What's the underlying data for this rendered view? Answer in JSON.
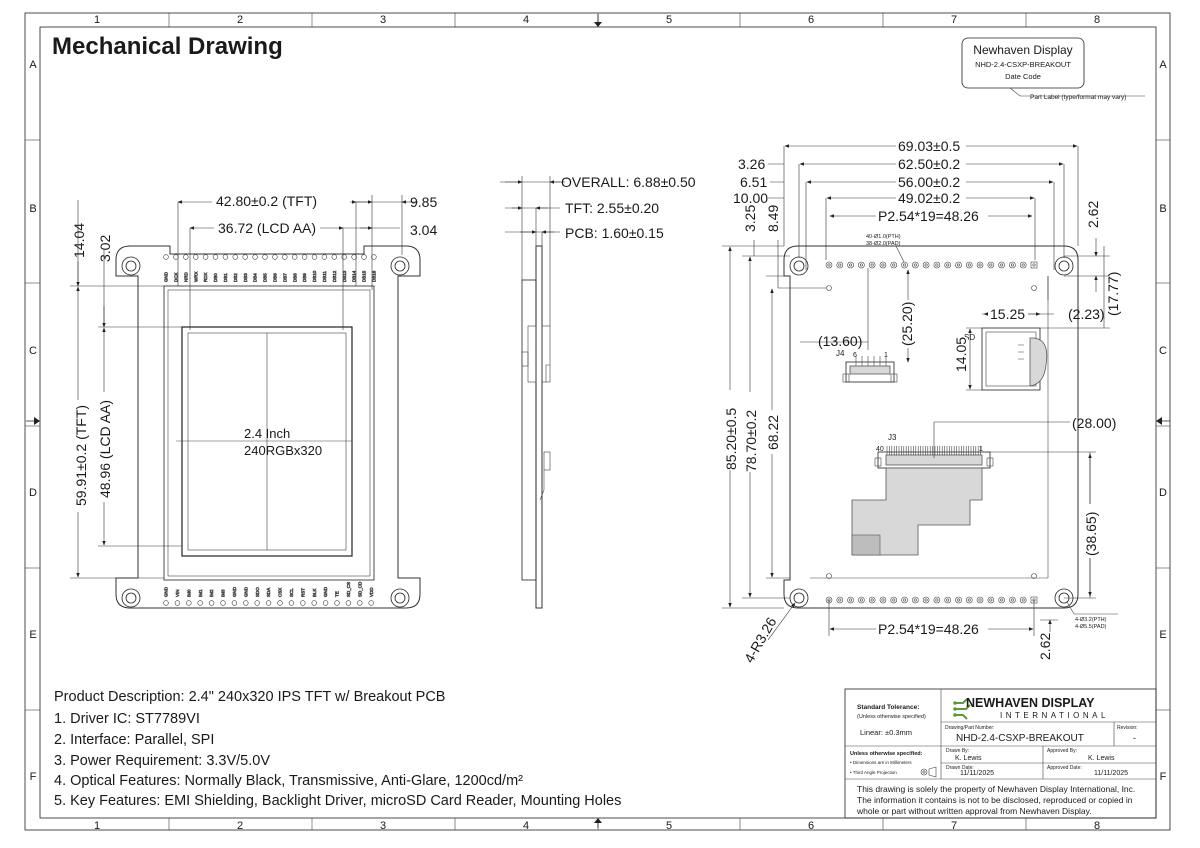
{
  "header": {
    "title": "Mechanical Drawing"
  },
  "part_label": {
    "brand": "Newhaven Display",
    "part_number": "NHD-2.4-CSXP-BREAKOUT",
    "date_code": "Date Code",
    "caption": "Part Label (type/format may vary)"
  },
  "grid": {
    "columns": [
      "1",
      "2",
      "3",
      "4",
      "5",
      "6",
      "7",
      "8"
    ],
    "rows": [
      "A",
      "B",
      "C",
      "D",
      "E",
      "F"
    ]
  },
  "front_view": {
    "dim_tft_width": "42.80±0.2 (TFT)",
    "dim_lcd_width": "36.72 (LCD AA)",
    "dim_right_1": "9.85",
    "dim_right_2": "3.04",
    "dim_left_1": "14.04",
    "dim_left_2": "3.02",
    "dim_tft_height": "59.91±0.2 (TFT)",
    "dim_lcd_height": "48.96 (LCD AA)",
    "center_line1": "2.4 Inch",
    "center_line2": "240RGBx320",
    "top_pin_labels": [
      "GND",
      "DCX",
      "NRD",
      "WRX",
      "RDX",
      "DB0",
      "DB1",
      "DB2",
      "DB3",
      "DB4",
      "DB5",
      "DB6",
      "DB7",
      "DB8",
      "DB9",
      "DB10",
      "DB11",
      "DB12",
      "DB13",
      "DB14",
      "DB15",
      "DB16"
    ],
    "bottom_pin_labels": [
      "GND",
      "VIN",
      "IM0",
      "IM1",
      "IM2",
      "IM3",
      "GND",
      "GND",
      "SDO",
      "SDA",
      "CSX",
      "SCL",
      "RST",
      "BLK",
      "GND",
      "TE",
      "SD_CS",
      "SD_CD",
      "VDD"
    ]
  },
  "side_view": {
    "overall": "OVERALL: 6.88±0.50",
    "tft": "TFT: 2.55±0.20",
    "pcb": "PCB: 1.60±0.15"
  },
  "rear_view": {
    "w_overall": "69.03±0.5",
    "w_2": "62.50±0.2",
    "w_3": "56.00±0.2",
    "w_4": "49.02±0.2",
    "pitch_top": "P2.54*19=48.26",
    "off_326": "3.26",
    "off_651": "6.51",
    "off_1000": "10.00",
    "v_325": "3.25",
    "v_849": "8.49",
    "r_262": "2.62",
    "r_1777": "(17.77)",
    "hole_note_1": "40-Ø1.0(PTH)",
    "hole_note_2": "38-Ø2.0(PAD)",
    "d_2520": "(25.20)",
    "d_1360": "(13.60)",
    "j4": "J4",
    "j4_pin6": "6",
    "j4_pin1": "1",
    "sd": "SD",
    "d_1525": "15.25",
    "d_223": "(2.23)",
    "d_1405": "14.05",
    "h_8520": "85.20±0.5",
    "h_7870": "78.70±0.2",
    "h_6822": "68.22",
    "d_2800": "(28.00)",
    "j3": "J3",
    "j3_pin40": "40",
    "j3_pin1": "1",
    "d_3865": "(38.65)",
    "pitch_bottom": "P2.54*19=48.26",
    "b_262": "2.62",
    "radius": "4-R3.26",
    "mount_1": "4-Ø3.2(PTH)",
    "mount_2": "4-Ø5.5(PAD)"
  },
  "description": {
    "heading": "Product Description: 2.4\" 240x320 IPS TFT w/ Breakout PCB",
    "items": [
      "1. Driver IC: ST7789VI",
      "2. Interface: Parallel, SPI",
      "3. Power Requirement: 3.3V/5.0V",
      "4. Optical Features: Normally Black, Transmissive, Anti-Glare, 1200cd/m²",
      "5. Key Features: EMI Shielding, Backlight Driver, microSD Card Reader, Mounting Holes"
    ]
  },
  "title_block": {
    "std_tol": "Standard Tolerance:",
    "unless": "(Unless otherwise specified)",
    "linear": "Linear:  ±0.3mm",
    "logo_top": "NEWHAVEN DISPLAY",
    "logo_bottom": "INTERNATIONAL",
    "drawing_label": "Drawing/Part Number:",
    "drawing_number": "NHD-2.4-CSXP-BREAKOUT",
    "revision_label": "Revision:",
    "revision": "-",
    "unless2": "Unless otherwise specified:",
    "note_mm": "• Dimensions are in Millimeters",
    "note_proj": "• Third Angle Projection",
    "drawn_by_label": "Drawn By:",
    "drawn_by": "K. Lewis",
    "approved_by_label": "Approved By:",
    "approved_by": "K. Lewis",
    "drawn_date_label": "Drawn Date:",
    "drawn_date": "11/11/2025",
    "approved_date_label": "Approved Date:",
    "approved_date": "11/11/2025",
    "property_1": "This drawing is solely the property of Newhaven Display International, Inc.",
    "property_2": "The information it contains is not to be disclosed, reproduced or copied in",
    "property_3": "whole or part without written approval from Newhaven Display."
  },
  "colors": {
    "logo_green": "#5a9a3a",
    "line": "#222222",
    "pcb_gray": "#d8d8d8"
  }
}
